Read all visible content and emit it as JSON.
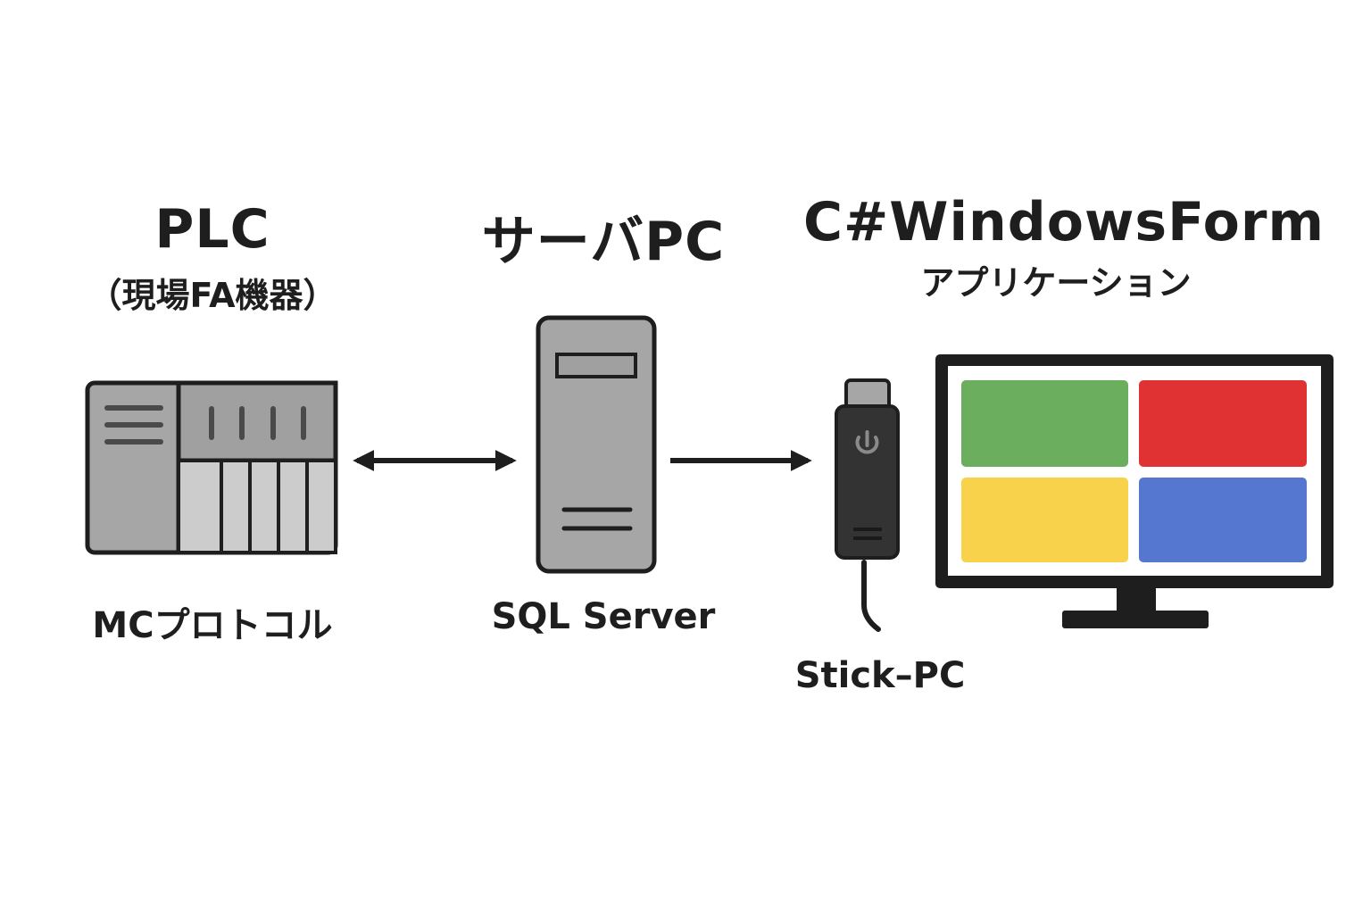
{
  "plc": {
    "title": "PLC",
    "subtitle": "（現場FA機器）",
    "label": "MCプロトコル"
  },
  "server": {
    "title": "サーバPC",
    "label": "SQL Server"
  },
  "client": {
    "title": "C#WindowsForm",
    "subtitle": "アプリケーション",
    "stick_label": "Stick–PC"
  },
  "colors": {
    "outline": "#1e1e1e",
    "device_gray": "#a6a6a6",
    "device_light": "#cccccc",
    "panel_green": "#6aae5e",
    "panel_red": "#e03232",
    "panel_yellow": "#f7d24a",
    "panel_blue": "#5577d0"
  },
  "icons": {
    "plc": "plc-device-icon",
    "server": "server-tower-icon",
    "stick": "stick-pc-icon",
    "monitor": "monitor-icon",
    "power": "power-icon"
  }
}
